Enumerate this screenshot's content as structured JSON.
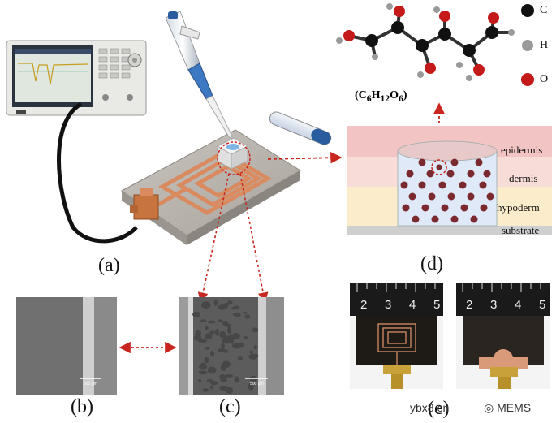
{
  "labels": {
    "a": "(a)",
    "b": "(b)",
    "c": "(c)",
    "d": "(d)",
    "e": "(e)"
  },
  "formula": "(C6H12O6)",
  "formula_parts": {
    "c": "C",
    "c_sub": "6",
    "h": "H",
    "h_sub": "12",
    "o": "O",
    "o_sub": "6"
  },
  "legend": [
    {
      "symbol": "C",
      "color": "#111111"
    },
    {
      "symbol": "H",
      "color": "#9a9a9a"
    },
    {
      "symbol": "O",
      "color": "#c41a1a"
    }
  ],
  "layers": [
    "epidermis",
    "dermis",
    "hypoderm",
    "substrate"
  ],
  "scale_bar_b": "500 μm",
  "scale_bar_c": "500 μm",
  "ruler_numbers_left": [
    "2",
    "3",
    "4",
    "5"
  ],
  "ruler_numbers_right": [
    "2",
    "3",
    "4",
    "5"
  ],
  "watermark_site": "ybx8.cn",
  "watermark_brand": "MEMS",
  "colors": {
    "copper": "#d98a5f",
    "arrow": "#c8261e",
    "dot": "#7a2a2e",
    "epidermis": "#f2c4c4",
    "dermis": "#f7dcd8",
    "hypoderm": "#fbeccb",
    "substrate": "#cfcfcf",
    "glucose_region": "#dfe9f7"
  }
}
